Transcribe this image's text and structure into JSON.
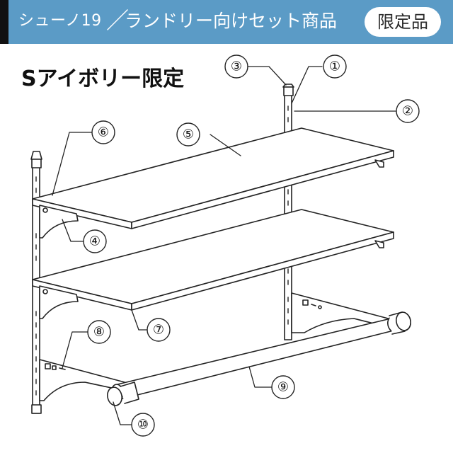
{
  "header": {
    "series": "シューノ19",
    "slash": "／",
    "title": "ランドリー向けセット商品",
    "badge": "限定品"
  },
  "subtitle": "Sアイボリー限定",
  "callouts": {
    "c1": "①",
    "c2": "②",
    "c3": "③",
    "c4": "④",
    "c5": "⑤",
    "c6": "⑥",
    "c7": "⑦",
    "c8": "⑧",
    "c9": "⑨",
    "c10": "⑩"
  },
  "colors": {
    "header_bg": "#5b9bc6",
    "stripe": "#111111",
    "line": "#222222"
  }
}
